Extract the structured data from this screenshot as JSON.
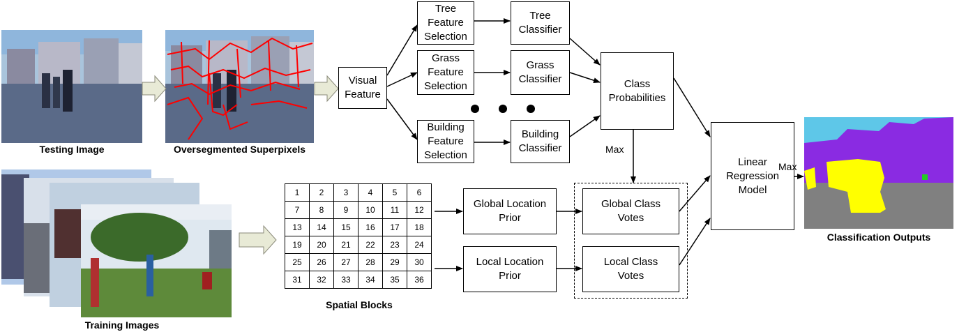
{
  "captions": {
    "testing": "Testing Image",
    "oversegmented": "Oversegmented Superpixels",
    "training": "Training Images",
    "spatial_blocks": "Spatial Blocks",
    "classification": "Classification Outputs"
  },
  "boxes": {
    "visual_feature": "Visual\nFeature",
    "tree_selection": "Tree\nFeature\nSelection",
    "grass_selection": "Grass\nFeature\nSelection",
    "building_selection": "Building\nFeature\nSelection",
    "tree_classifier": "Tree\nClassifier",
    "grass_classifier": "Grass\nClassifier",
    "building_classifier": "Building\nClassifier",
    "class_probabilities": "Class\nProbabilities",
    "global_prior": "Global Location\nPrior",
    "local_prior": "Local Location\nPrior",
    "global_votes": "Global Class\nVotes",
    "local_votes": "Local Class\nVotes",
    "regression": "Linear\nRegression\nModel"
  },
  "edge_labels": {
    "max_down": "Max",
    "max_right": "Max"
  },
  "grid": [
    [
      "1",
      "2",
      "3",
      "4",
      "5",
      "6"
    ],
    [
      "7",
      "8",
      "9",
      "10",
      "11",
      "12"
    ],
    [
      "13",
      "14",
      "15",
      "16",
      "17",
      "18"
    ],
    [
      "19",
      "20",
      "21",
      "22",
      "23",
      "24"
    ],
    [
      "25",
      "26",
      "27",
      "28",
      "29",
      "30"
    ],
    [
      "31",
      "32",
      "33",
      "34",
      "35",
      "36"
    ]
  ],
  "colors": {
    "sky": "#8ecae6",
    "segment_sky": "#5ec7e8",
    "segment_building": "#8a2be2",
    "segment_person": "#ffff00",
    "segment_ground": "#808080",
    "segment_tree": "#22cc22",
    "superpixel_boundary": "#ff0000",
    "block_arrow": "#e8ead6"
  }
}
